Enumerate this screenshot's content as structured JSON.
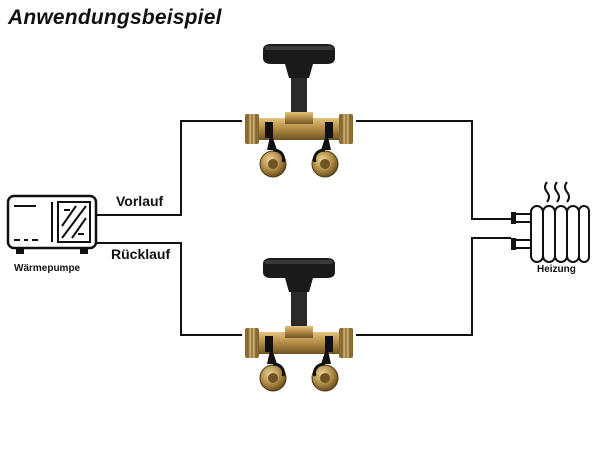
{
  "title": "Anwendungsbeispiel",
  "labels": {
    "supply": "Vorlauf",
    "return": "Rücklauf",
    "heat_pump": "Wärmepumpe",
    "heating": "Heizung"
  },
  "icons": {
    "heat_pump": "heat-pump-icon",
    "heating": "radiator-icon",
    "valve": "ball-valve-icon"
  },
  "colors": {
    "line": "#111111",
    "brass": "#b9924a",
    "handle": "#1a1a1a"
  }
}
